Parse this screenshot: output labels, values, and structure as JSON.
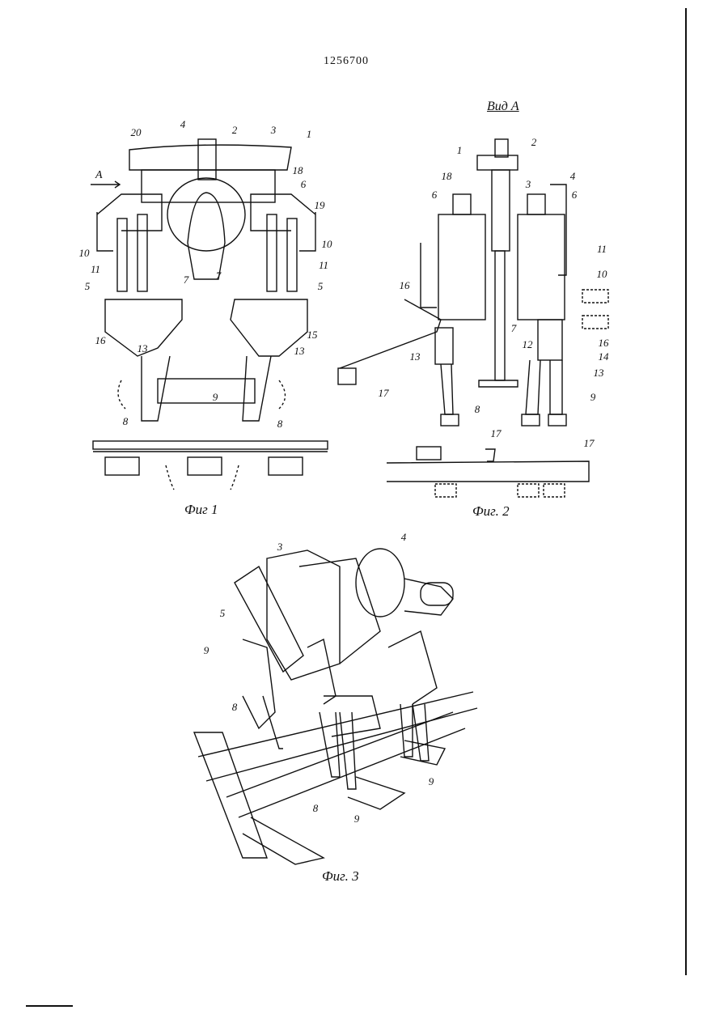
{
  "document": {
    "patent_number": "1256700",
    "view_label": "Вид А",
    "arrow_label": "A",
    "figures": [
      {
        "caption": "Фиг 1",
        "numbers": [
          "20",
          "4",
          "2",
          "3",
          "1",
          "18",
          "6",
          "19",
          "10",
          "11",
          "5",
          "7",
          "7",
          "10",
          "11",
          "5",
          "16",
          "13",
          "15",
          "13",
          "9",
          "8",
          "8"
        ]
      },
      {
        "caption": "Фиг. 2",
        "numbers": [
          "1",
          "2",
          "3",
          "18",
          "6",
          "4",
          "6",
          "11",
          "10",
          "16",
          "7",
          "12",
          "16",
          "14",
          "13",
          "9",
          "8",
          "17",
          "17",
          "17",
          "13"
        ]
      },
      {
        "caption": "Фиг. 3",
        "numbers": [
          "3",
          "4",
          "5",
          "9",
          "8",
          "8",
          "9",
          "9"
        ]
      }
    ]
  }
}
